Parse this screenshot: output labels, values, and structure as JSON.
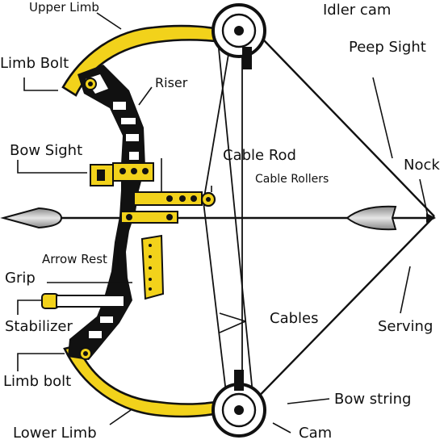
{
  "labels": {
    "upper_limb": "Upper Limb",
    "idler_cam": "Idler cam",
    "peep_sight": "Peep Sight",
    "limb_bolt_top": "Limb Bolt",
    "riser": "Riser",
    "bow_sight": "Bow Sight",
    "cable_rod": "Cable Rod",
    "cable_rollers": "Cable Rollers",
    "nock": "Nock",
    "arrow_rest": "Arrow Rest",
    "grip": "Grip",
    "stabilizer": "Stabilizer",
    "cables": "Cables",
    "serving": "Serving",
    "limb_bolt_bottom": "Limb bolt",
    "bow_string": "Bow string",
    "lower_limb": "Lower Limb",
    "cam": "Cam"
  },
  "colors": {
    "limb_yellow": "#f2d21b",
    "outline": "#111111",
    "arrowhead_gray": "#bbbbbb"
  }
}
